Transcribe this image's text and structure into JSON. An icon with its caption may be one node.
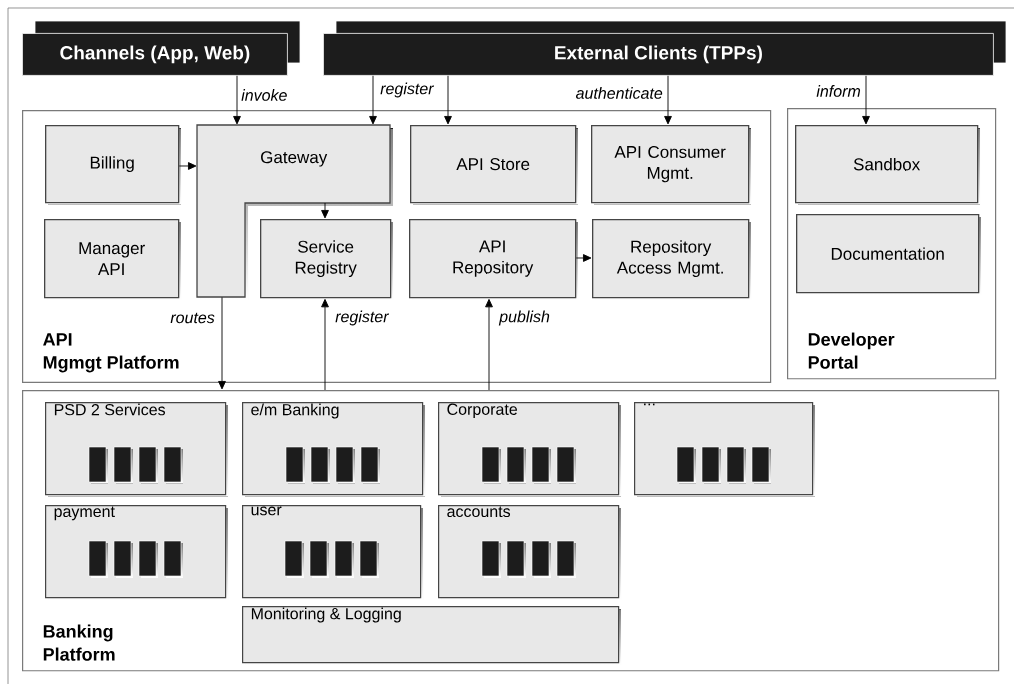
{
  "diagram": {
    "nodes": [
      {
        "text": [
          "Channels (App, Web)"
        ]
      },
      {
        "text": [
          "External Clients (TPPs)"
        ]
      },
      {
        "text": [
          "API Mgmgt Platform"
        ]
      },
      {
        "text": [
          "Billing"
        ],
        "in": 2
      },
      {
        "text": [
          "Gateway"
        ],
        "in": 2
      },
      {
        "text": [
          "API Store"
        ],
        "in": 2
      },
      {
        "text": [
          "API Consumer Mgmt."
        ],
        "in": 2
      },
      {
        "text": [
          "Manager API"
        ],
        "in": 2
      },
      {
        "text": [
          "Service Registry"
        ],
        "in": 2
      },
      {
        "text": [
          "API Repository"
        ],
        "in": 2
      },
      {
        "text": [
          "Repository Access Mgmt."
        ],
        "in": 2
      },
      {
        "text": [
          "Developer Portal"
        ]
      },
      {
        "text": [
          "Sandbox"
        ],
        "in": 11
      },
      {
        "text": [
          "Documentation"
        ],
        "in": 11
      },
      {
        "text": [
          "Banking Platform"
        ]
      },
      {
        "text": [
          "PSD 2 Services"
        ],
        "in": 14
      },
      {
        "text": [
          "e/m Banking"
        ],
        "in": 14
      },
      {
        "text": [
          "Corporate"
        ],
        "in": 14
      },
      {
        "text": [
          "..."
        ],
        "in": 14
      },
      {
        "text": [
          "payment"
        ],
        "in": 14
      },
      {
        "text": [
          "user"
        ],
        "in": 14
      },
      {
        "text": [
          "accounts"
        ],
        "in": 14
      },
      {
        "text": [
          "Monitoring & Logging"
        ],
        "in": 14
      }
    ],
    "edges": [
      {
        "from": 0,
        "to": 4,
        "arrow": "to",
        "label": "invoke"
      },
      {
        "from": 1,
        "to": 4,
        "arrow": "to",
        "label": "register"
      },
      {
        "from": 1,
        "to": 5,
        "arrow": "to"
      },
      {
        "from": 1,
        "to": 6,
        "arrow": "to",
        "label": "authenticate"
      },
      {
        "from": 1,
        "to": 12,
        "arrow": "to",
        "label": "inform"
      },
      {
        "from": 3,
        "to": 4,
        "arrow": "to"
      },
      {
        "from": 4,
        "to": 8,
        "arrow": "to"
      },
      {
        "from": 9,
        "to": 10,
        "arrow": "to"
      },
      {
        "from": 4,
        "to": 14,
        "arrow": "to",
        "label": "routes"
      },
      {
        "from": 14,
        "to": 8,
        "arrow": "to",
        "label": "register"
      },
      {
        "from": 14,
        "to": 9,
        "arrow": "to",
        "label": "publish"
      }
    ]
  }
}
